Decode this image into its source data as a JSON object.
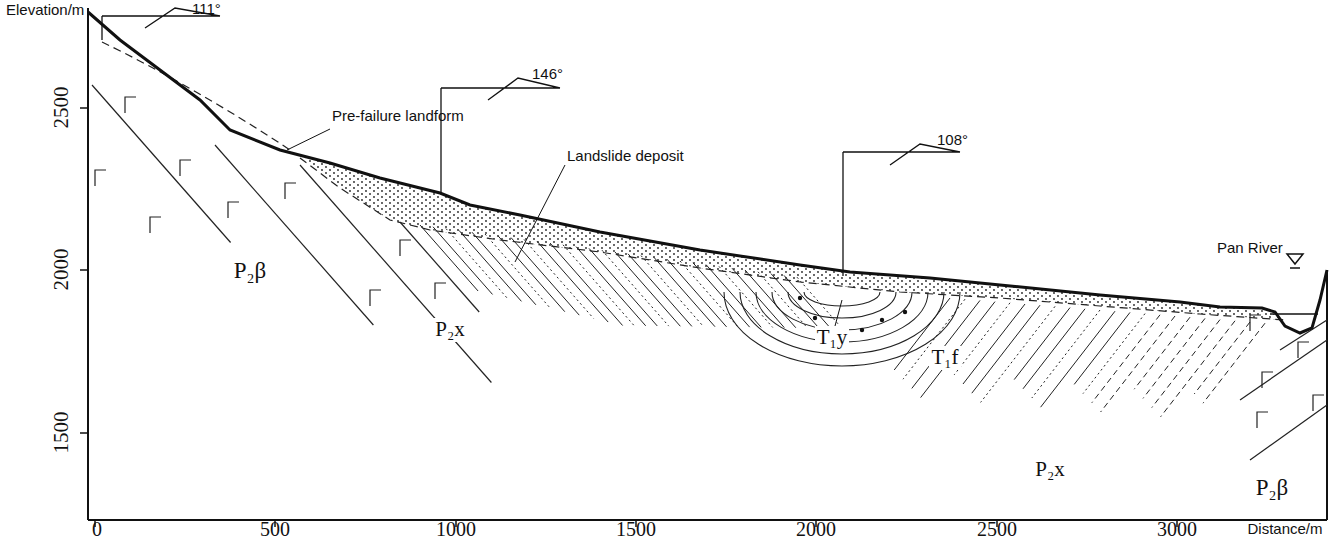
{
  "diagram": {
    "labels": [
      "Elevation/m",
      "111°",
      "146°",
      "108°",
      "Pre-failure landform",
      "Landslide deposit",
      "Pan River",
      "P₂β",
      "P₂x",
      "T₁y",
      "T₁f",
      "P₂x",
      "P₂β",
      "2500",
      "2000",
      "1500",
      "0",
      "500",
      "1000",
      "1500",
      "2000",
      "2500",
      "3000",
      "Distance/m"
    ]
  }
}
